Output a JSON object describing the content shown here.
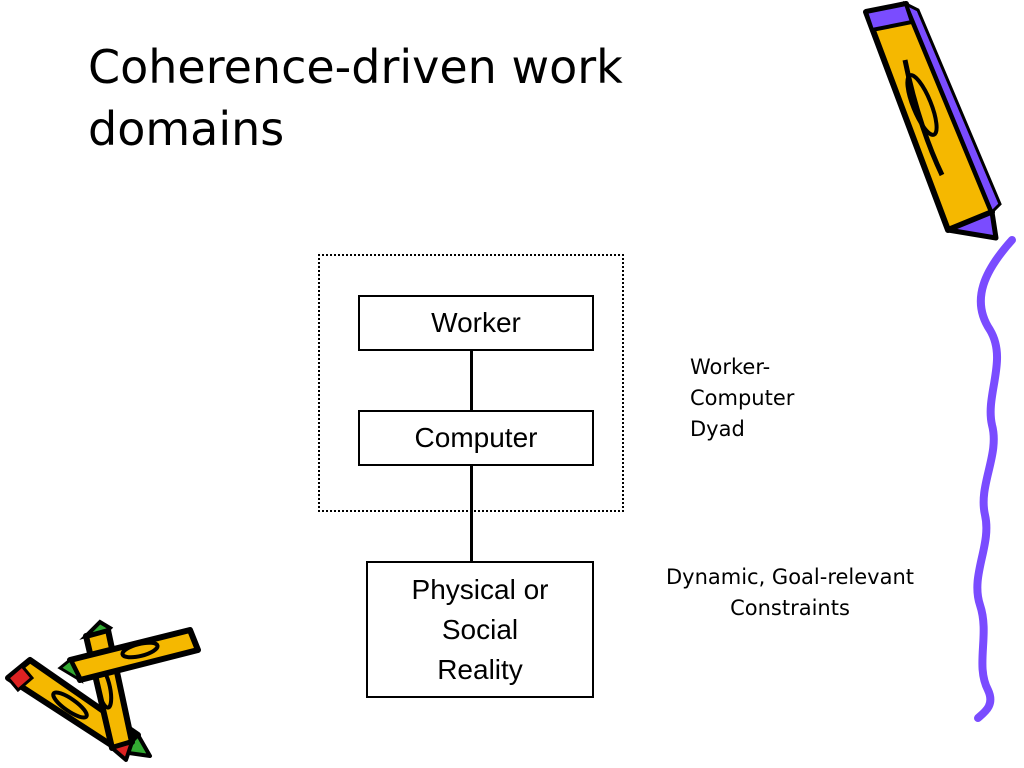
{
  "slide": {
    "title_lines": [
      "Coherence-driven work",
      "domains"
    ]
  },
  "diagram": {
    "nodes": {
      "worker": "Worker",
      "computer": "Computer",
      "reality_lines": [
        "Physical or",
        "Social",
        "Reality"
      ]
    },
    "annotations": {
      "dyad_lines": [
        "Worker-",
        "Computer",
        "Dyad"
      ],
      "constraints_lines": [
        "Dynamic, Goal-relevant",
        "Constraints"
      ]
    }
  },
  "decorations": {
    "icons": [
      "pencil-icon",
      "crossed-pencils-icon",
      "wavy-line-border"
    ],
    "colors": {
      "pencil_body": "#f5b800",
      "pencil_outline": "#000000",
      "pencil_tip": "#6633ff",
      "wavy_line": "#7a4cff",
      "eraser_green": "#33aa33",
      "eraser_red": "#dd2222"
    }
  }
}
